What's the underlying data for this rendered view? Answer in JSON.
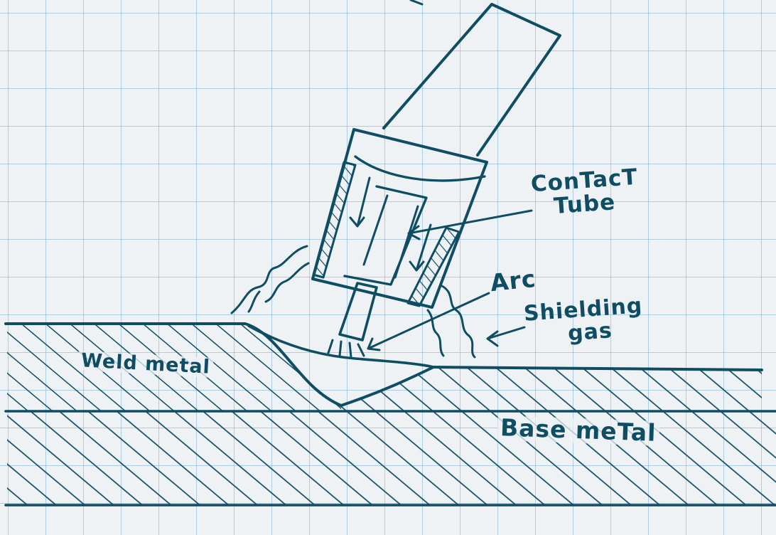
{
  "colors": {
    "ink": "#0f4d63",
    "paper": "#eef2f4",
    "grid": "#78afd7"
  },
  "labels": {
    "contact_tube_line1": "ConTacT",
    "contact_tube_line2": "Tube",
    "arc": "Arc",
    "shielding_gas_line1": "Shielding",
    "shielding_gas_line2": "gas",
    "weld_metal": "Weld metal",
    "base_metal": "Base meTal"
  }
}
